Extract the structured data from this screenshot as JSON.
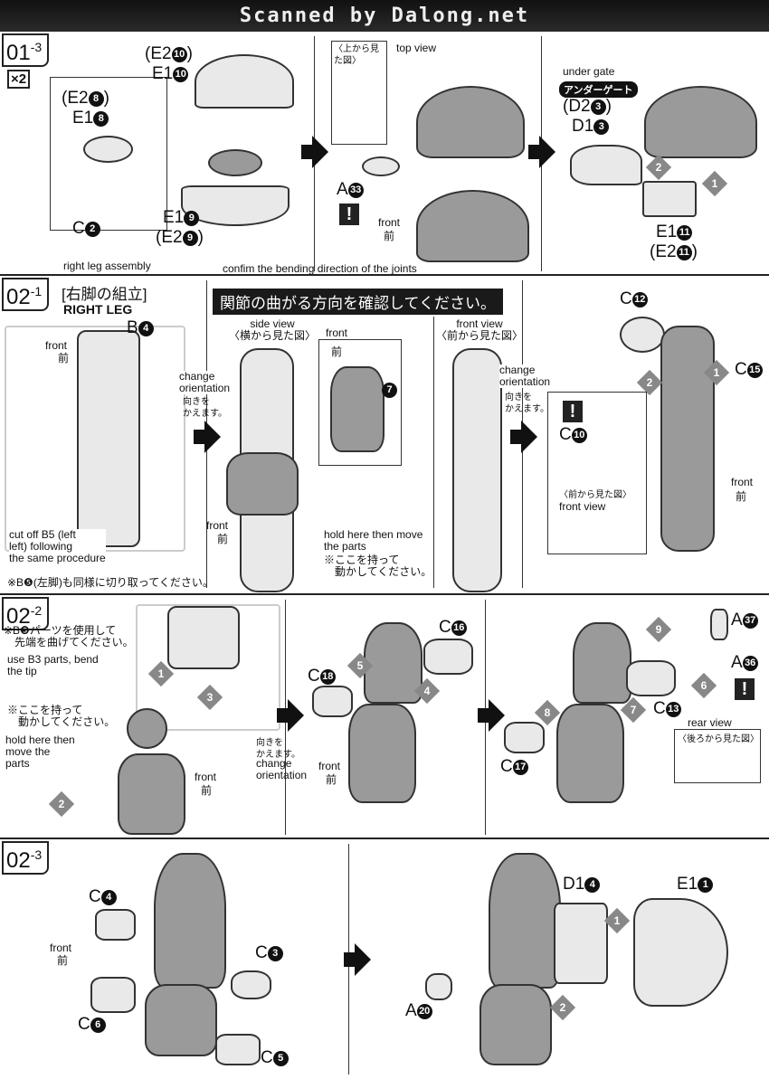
{
  "header": {
    "title": "Scanned by Dalong.net"
  },
  "s013": {
    "step": "01",
    "sub": "-3",
    "qty": "×2",
    "p1a": "(E2",
    "p1n": "8",
    "p1c": ")",
    "p1b": "E1",
    "p1bn": "8",
    "p2a": "(E2",
    "p2n": "10",
    "p2c": ")",
    "p2b": "E1",
    "p2bn": "10",
    "p3": "C",
    "p3n": "2",
    "p4a": "E1",
    "p4an": "9",
    "p4b": "(E2",
    "p4bn": "9",
    "p4c": ")",
    "top_view_jp": "〈上から見た図〉",
    "top_view": "top view",
    "p5": "A",
    "p5n": "33",
    "front": "front",
    "front_jp": "前",
    "under_gate": "under gate",
    "under_gate_jp": "アンダーゲート",
    "p6a": "(D2",
    "p6an": "3",
    "p6c": ")",
    "p6b": "D1",
    "p6bn": "3",
    "p7a": "E1",
    "p7an": "11",
    "p7b": "(E2",
    "p7bn": "11",
    "p7c": ")",
    "seq1": "1",
    "seq2": "2",
    "footer_left": "right leg assembly",
    "footer_mid": "confim the bending direction of the joints"
  },
  "s021": {
    "step": "02",
    "sub": "-1",
    "title_jp": "[右脚の組立]",
    "title": "RIGHT LEG",
    "banner": "関節の曲がる方向を確認してください。",
    "b4": "B",
    "b4n": "4",
    "front": "front",
    "front_jp": "前",
    "change": "change\norientation",
    "change_jp": "向きを\nかえます。",
    "cutoff": "cut off B5 (left\nleft) following\nthe same procedure",
    "cutoff_jp": "※B❺(左脚)も同様に切り取ってください。",
    "side_view": "side view",
    "side_view_jp": "〈横から見た図〉",
    "hold": "hold here then move\nthe parts",
    "hold_jp": "※ここを持って\n　動かしてください。",
    "seven": "7",
    "front_view": "front view",
    "front_view_jp": "〈前から見た図〉",
    "c12": "C",
    "c12n": "12",
    "c15": "C",
    "c15n": "15",
    "c10": "C",
    "c10n": "10",
    "fv_jp": "〈前から見た図〉",
    "fv": "front view",
    "seq1": "1",
    "seq2": "2"
  },
  "s022": {
    "step": "02",
    "sub": "-2",
    "note_jp": "※B❸パーツを使用して\n　先端を曲げてください。",
    "note": "use B3 parts, bend\nthe tip",
    "hold_jp": "※ここを持って\n　動かしてください。",
    "hold": "hold here then\nmove the\nparts",
    "front": "front",
    "front_jp": "前",
    "change_jp": "向きを\nかえます。",
    "change": "change\norientation",
    "c16": "C",
    "c16n": "16",
    "c18": "C",
    "c18n": "18",
    "c13": "C",
    "c13n": "13",
    "c17": "C",
    "c17n": "17",
    "a37": "A",
    "a37n": "37",
    "a36": "A",
    "a36n": "36",
    "rear": "rear view",
    "rear_jp": "〈後ろから見た図〉",
    "seq": [
      "1",
      "2",
      "3",
      "4",
      "5",
      "6",
      "7",
      "8",
      "9"
    ]
  },
  "s023": {
    "step": "02",
    "sub": "-3",
    "c4": "C",
    "c4n": "4",
    "c3": "C",
    "c3n": "3",
    "c6": "C",
    "c6n": "6",
    "c5": "C",
    "c5n": "5",
    "front": "front",
    "front_jp": "前",
    "a20": "A",
    "a20n": "20",
    "d14": "D1",
    "d14n": "4",
    "e11": "E1",
    "e11n": "1",
    "seq1": "1",
    "seq2": "2"
  }
}
